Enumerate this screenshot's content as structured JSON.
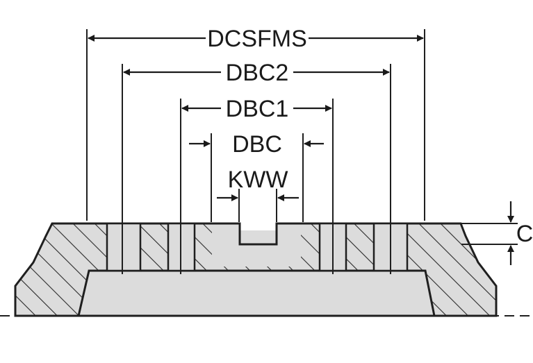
{
  "labels": {
    "dcsfms": "DCSFMS",
    "dbc2": "DBC2",
    "dbc1": "DBC1",
    "dbc": "DBC",
    "kww": "KWW",
    "c": "C"
  },
  "colors": {
    "body_fill": "#dcdcdc",
    "stroke": "#1f1f1f",
    "background": "#ffffff"
  }
}
